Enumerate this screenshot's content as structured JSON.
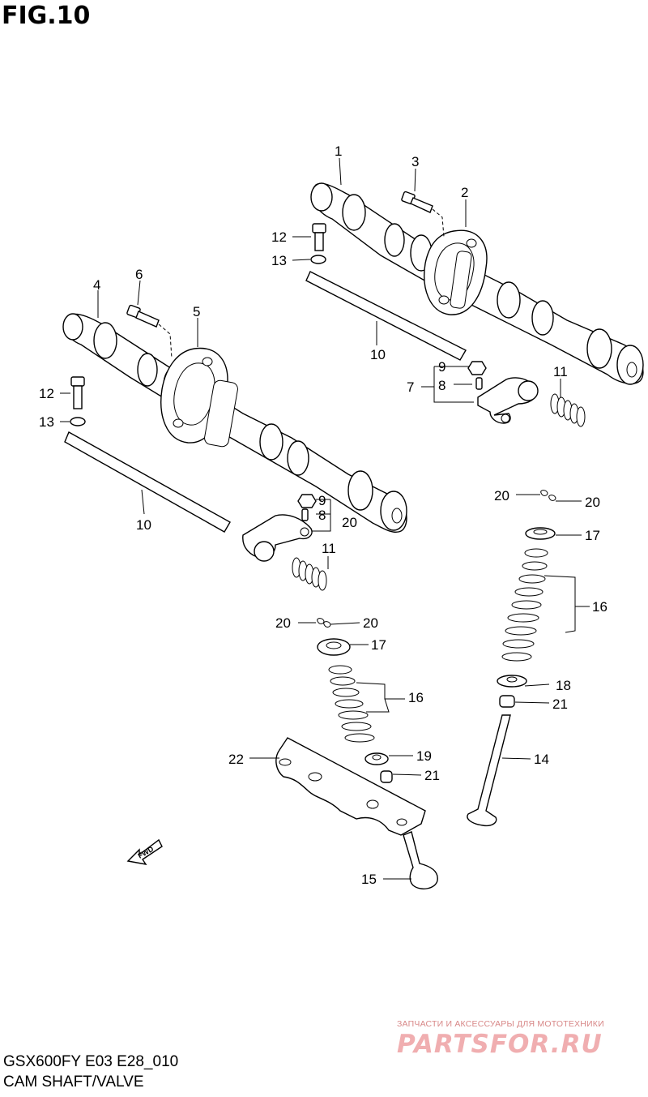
{
  "header": {
    "figure_title": "FIG.10"
  },
  "footer": {
    "model_code": "GSX600FY E03 E28_010",
    "section_name": "CAM SHAFT/VALVE"
  },
  "watermark": {
    "tagline": "ЗАПЧАСТИ И АКСЕССУАРЫ ДЛЯ МОТОТЕХНИКИ",
    "logo_text": "PARTSFOR.RU",
    "color": "#e88a8c"
  },
  "fwd_marker": {
    "label": "FWD"
  },
  "callouts": {
    "c1": "1",
    "c2": "2",
    "c3": "3",
    "c4": "4",
    "c5": "5",
    "c6": "6",
    "c7": "7",
    "c8a": "8",
    "c8b": "8",
    "c9a": "9",
    "c9b": "9",
    "c10a": "10",
    "c10b": "10",
    "c11a": "11",
    "c11b": "11",
    "c12a": "12",
    "c12b": "12",
    "c13a": "13",
    "c13b": "13",
    "c14": "14",
    "c15": "15",
    "c16a": "16",
    "c16b": "16",
    "c17a": "17",
    "c17b": "17",
    "c18": "18",
    "c19": "19",
    "c20a": "20",
    "c20b": "20",
    "c20c": "20",
    "c20d": "20",
    "c20e": "20",
    "c21a": "21",
    "c21b": "21",
    "c22": "22"
  }
}
